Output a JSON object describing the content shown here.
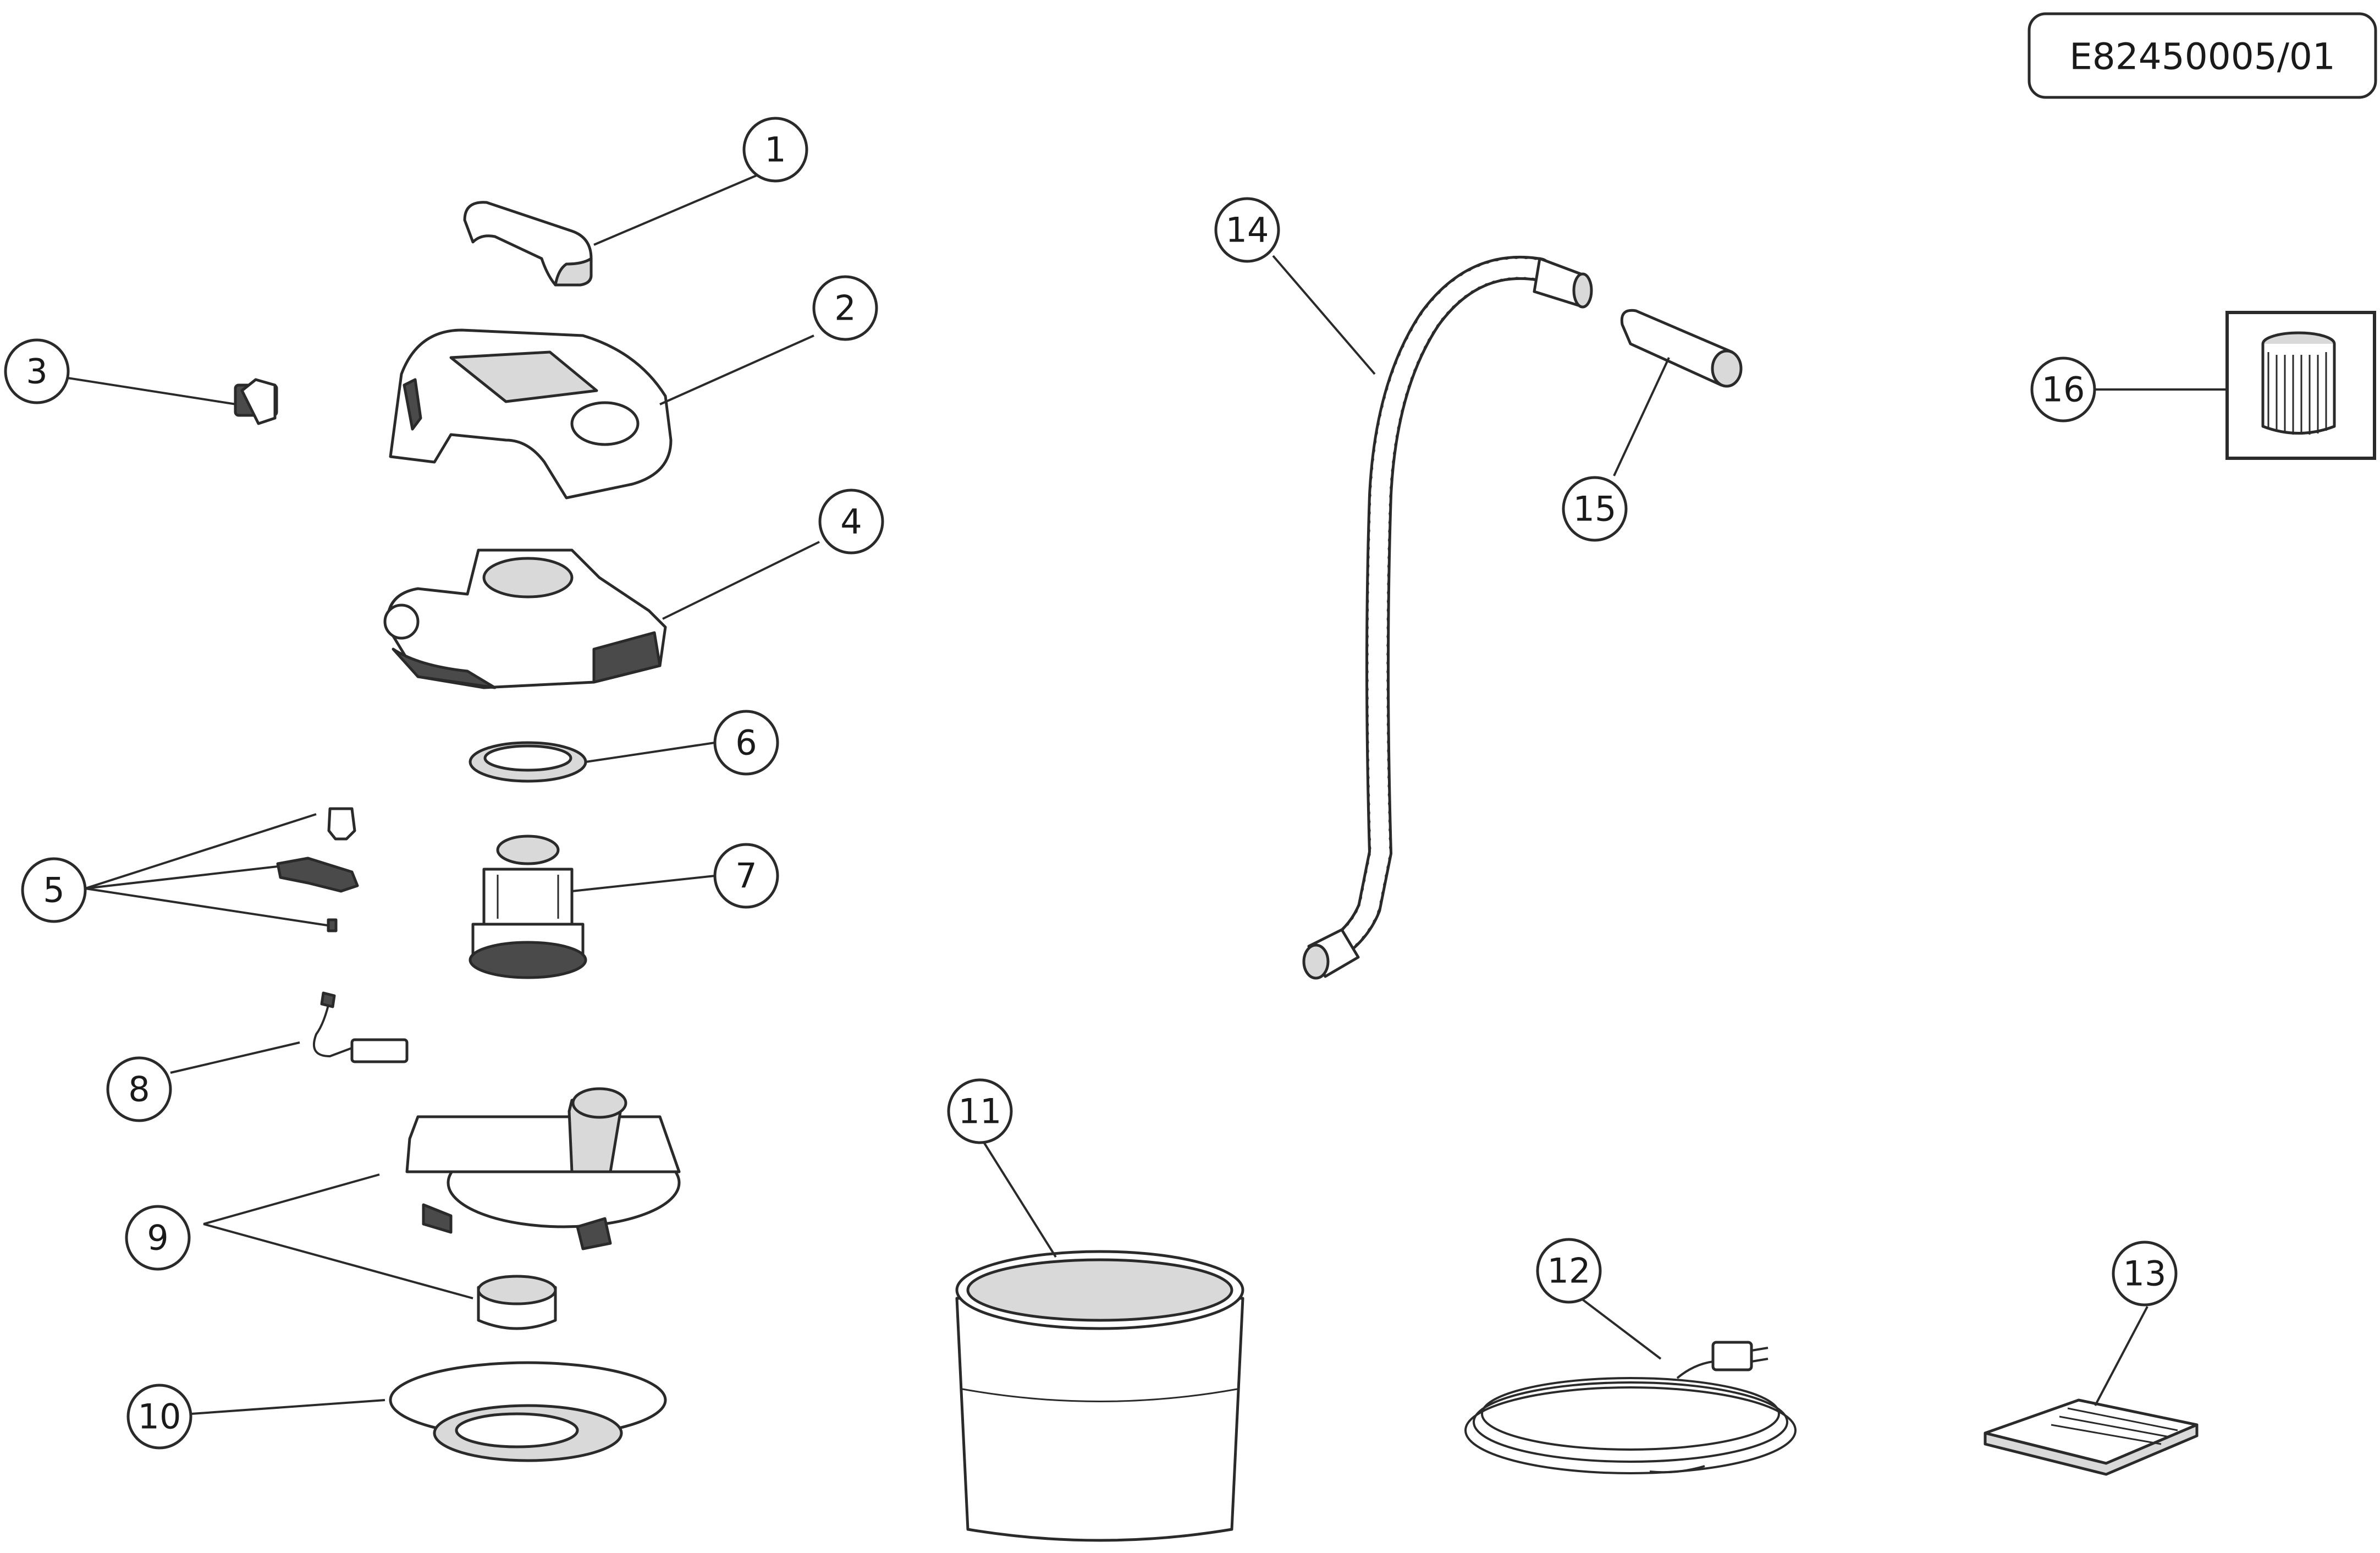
{
  "document_code": "E82450005/01",
  "callouts": [
    {
      "id": "1",
      "label": "1"
    },
    {
      "id": "2",
      "label": "2"
    },
    {
      "id": "3",
      "label": "3"
    },
    {
      "id": "4",
      "label": "4"
    },
    {
      "id": "5",
      "label": "5"
    },
    {
      "id": "6",
      "label": "6"
    },
    {
      "id": "7",
      "label": "7"
    },
    {
      "id": "8",
      "label": "8"
    },
    {
      "id": "9",
      "label": "9"
    },
    {
      "id": "10",
      "label": "10"
    },
    {
      "id": "11",
      "label": "11"
    },
    {
      "id": "12",
      "label": "12"
    },
    {
      "id": "13",
      "label": "13"
    },
    {
      "id": "14",
      "label": "14"
    },
    {
      "id": "15",
      "label": "15"
    },
    {
      "id": "16",
      "label": "16"
    }
  ]
}
